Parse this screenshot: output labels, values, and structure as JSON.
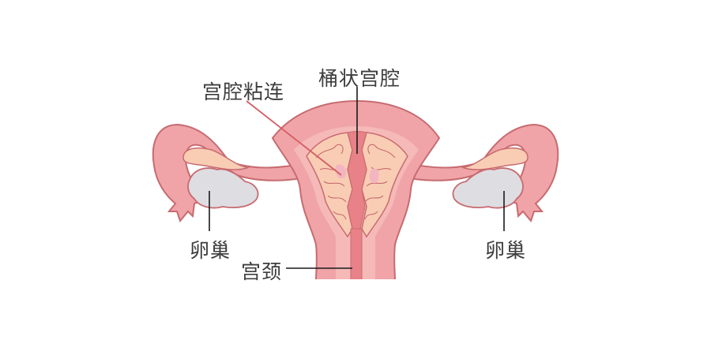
{
  "diagram": {
    "subject": "uterus cross-section",
    "labels": {
      "barrel_cavity": "桶状宫腔",
      "adhesion": "宫腔粘连",
      "ovary_left": "卵巢",
      "ovary_right": "卵巢",
      "cervix": "宫颈"
    },
    "colors": {
      "uterus_outer": "#f0a4a8",
      "uterus_inner_wall": "#f5b9b8",
      "outline": "#c76b70",
      "endometrium": "#f9cdb4",
      "cavity": "#e88188",
      "ovary": "#dedde2",
      "adhesion_line": "#d55d63",
      "leader_line": "#1a1a1a",
      "text": "#3d3d3d"
    }
  }
}
